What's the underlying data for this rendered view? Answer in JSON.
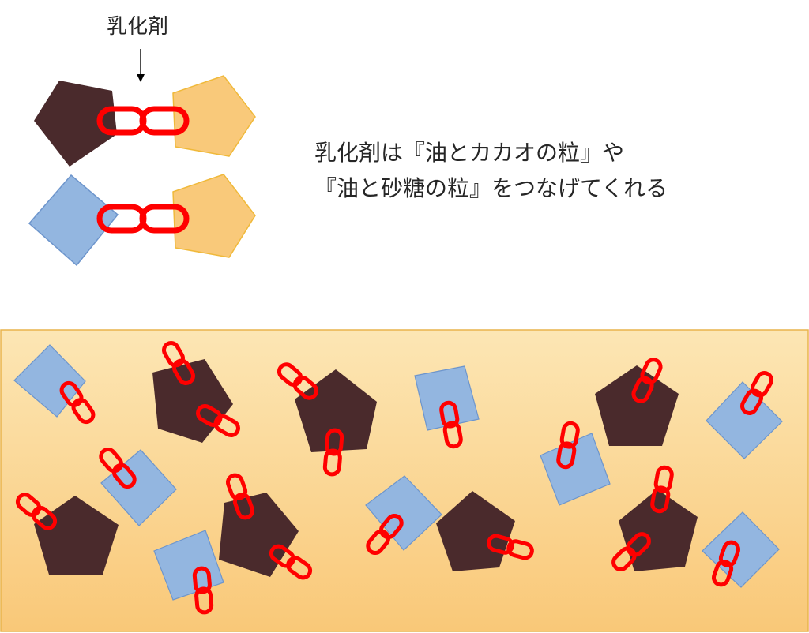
{
  "labels": {
    "emulsifier": "乳化剤",
    "description_line1": "乳化剤は『油とカカオの粒』や",
    "description_line2": "『油と砂糖の粒』をつなげてくれる"
  },
  "colors": {
    "cacao_particle": "#4a2a2c",
    "oil_particle": "#f9c97a",
    "oil_particle_edge": "#f0b93a",
    "sugar_particle": "#93b6e0",
    "sugar_particle_edge": "#6d95cc",
    "emulsifier_link": "#ff0000",
    "oil_background_top": "#fce6b4",
    "oil_background_bottom": "#f9c878"
  },
  "legend": [
    {
      "left": "cacao",
      "link": "emulsifier",
      "right": "oil"
    },
    {
      "left": "sugar",
      "link": "emulsifier",
      "right": "oil"
    }
  ],
  "mixture_particles": [
    {
      "type": "sugar"
    },
    {
      "type": "cacao"
    },
    {
      "type": "cacao"
    },
    {
      "type": "sugar"
    },
    {
      "type": "cacao"
    },
    {
      "type": "sugar"
    },
    {
      "type": "sugar"
    },
    {
      "type": "cacao"
    },
    {
      "type": "sugar"
    },
    {
      "type": "cacao"
    },
    {
      "type": "sugar"
    },
    {
      "type": "cacao"
    },
    {
      "type": "cacao"
    },
    {
      "type": "sugar"
    }
  ]
}
